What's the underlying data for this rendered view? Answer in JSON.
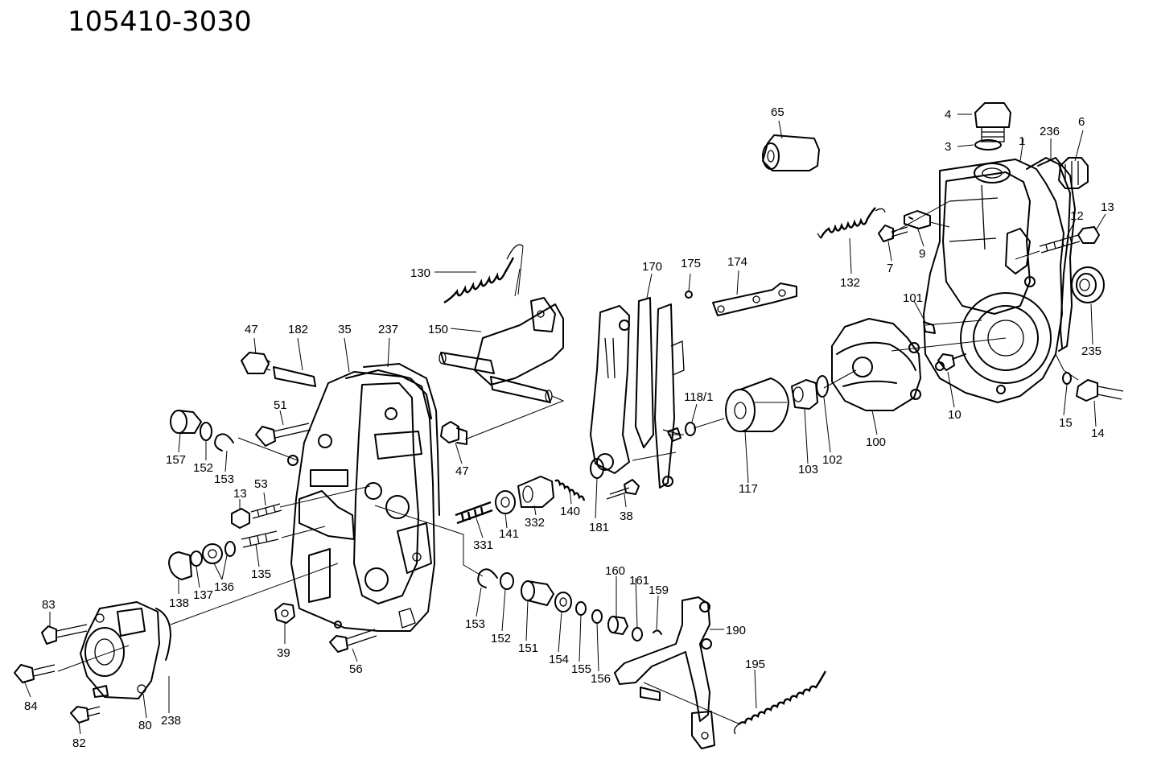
{
  "diagram": {
    "title": "105410-3030",
    "part_numbers": {
      "p4": "4",
      "p3": "3",
      "p236": "236",
      "p6": "6",
      "p65": "65",
      "p1": "1",
      "p132": "132",
      "p7": "7",
      "p9": "9",
      "p12": "12",
      "p13a": "13",
      "p101": "101",
      "p235": "235",
      "p10": "10",
      "p15": "15",
      "p14": "14",
      "p100": "100",
      "p102": "102",
      "p103": "103",
      "p117": "117",
      "p118_1": "118/1",
      "p175": "175",
      "p174": "174",
      "p170": "170",
      "p130": "130",
      "p150": "150",
      "p47a": "47",
      "p182": "182",
      "p35": "35",
      "p237": "237",
      "p51": "51",
      "p47b": "47",
      "p157": "157",
      "p152a": "152",
      "p153a": "153",
      "p13b": "13",
      "p53": "53",
      "p135": "135",
      "p136": "136",
      "p137": "137",
      "p138": "138",
      "p331": "331",
      "p141": "141",
      "p332": "332",
      "p140": "140",
      "p181": "181",
      "p38": "38",
      "p160": "160",
      "p161": "161",
      "p159": "159",
      "p190": "190",
      "p195": "195",
      "p153b": "153",
      "p152b": "152",
      "p151": "151",
      "p154": "154",
      "p155": "155",
      "p156": "156",
      "p39": "39",
      "p56": "56",
      "p83": "83",
      "p84": "84",
      "p82": "82",
      "p80": "80",
      "p238": "238"
    }
  }
}
